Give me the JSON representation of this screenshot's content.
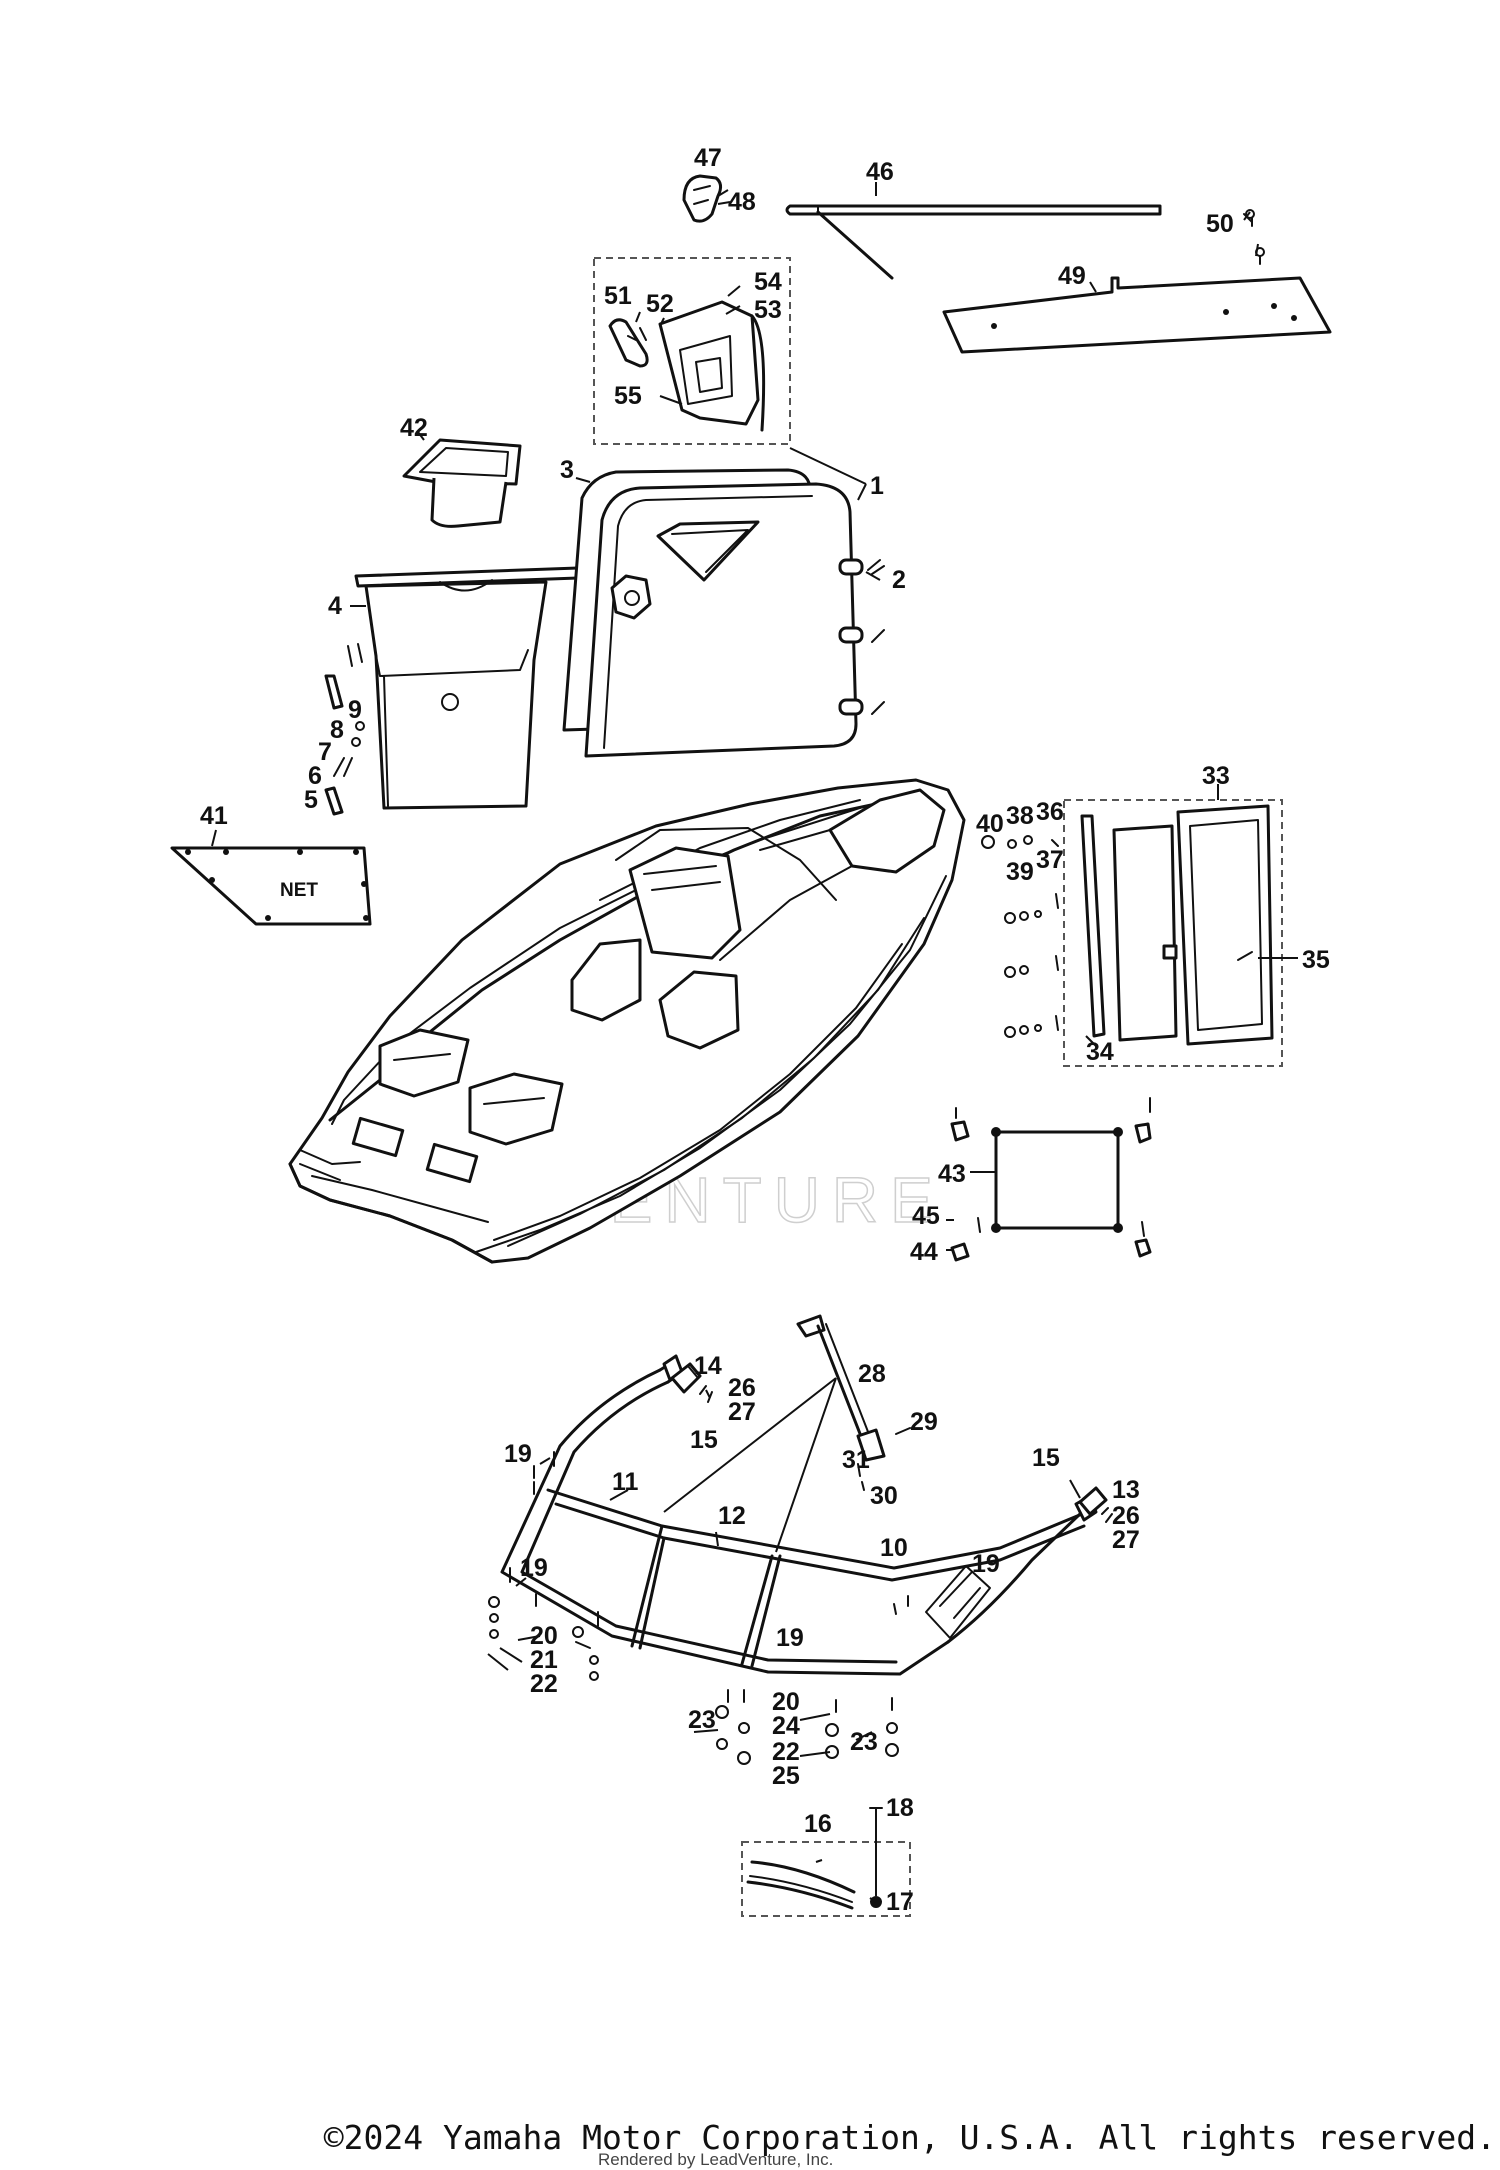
{
  "diagram": {
    "callouts": [
      "1",
      "2",
      "3",
      "4",
      "5",
      "6",
      "7",
      "8",
      "9",
      "10",
      "11",
      "12",
      "13",
      "14",
      "15",
      "15",
      "16",
      "17",
      "18",
      "19",
      "19",
      "19",
      "19",
      "20",
      "20",
      "21",
      "22",
      "22",
      "23",
      "23",
      "24",
      "25",
      "26",
      "26",
      "27",
      "27",
      "28",
      "29",
      "30",
      "31",
      "33",
      "34",
      "35",
      "36",
      "37",
      "38",
      "39",
      "40",
      "41",
      "42",
      "43",
      "44",
      "45",
      "46",
      "47",
      "48",
      "49",
      "50",
      "51",
      "52",
      "53",
      "54",
      "55"
    ],
    "net_label": "NET",
    "watermark": "VENTURE"
  },
  "footer": {
    "copyright": "©2024 Yamaha Motor Corporation, U.S.A. All rights reserved.",
    "rendered_by": "Rendered by LeadVenture, Inc."
  }
}
